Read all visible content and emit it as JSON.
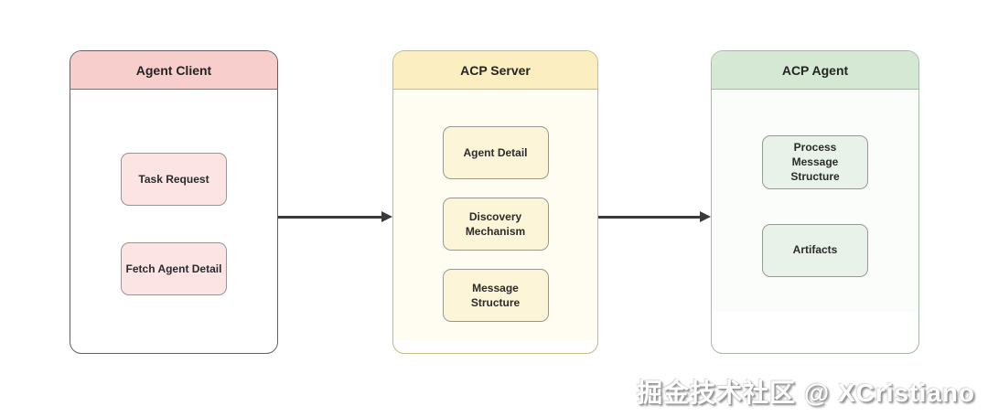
{
  "diagram": {
    "containers": [
      {
        "title": "Agent Client",
        "header_color": "#f8cecc",
        "border_color": "#636060",
        "body_color": "#ffffff",
        "item_fill": "#fbe4e3",
        "items": [
          "Task Request",
          "Fetch Agent Detail"
        ]
      },
      {
        "title": "ACP Server",
        "header_color": "#fbeec1",
        "border_color": "#c9ba7e",
        "body_color": "#fffdf2",
        "item_fill": "#fdf5d8",
        "items": [
          "Agent Detail",
          "Discovery Mechanism",
          "Message Structure"
        ]
      },
      {
        "title": "ACP Agent",
        "header_color": "#d5e8d4",
        "border_color": "#a4bca4",
        "body_color": "#fbfdfb",
        "item_fill": "#e9f2e9",
        "items": [
          "Process Message Structure",
          "Artifacts"
        ]
      }
    ],
    "arrow_color": "#3a3a3a",
    "flow": [
      "Agent Client -> ACP Server",
      "ACP Server -> ACP Agent"
    ]
  },
  "watermark": {
    "text": "掘金技术社区 @ XCristiano"
  }
}
